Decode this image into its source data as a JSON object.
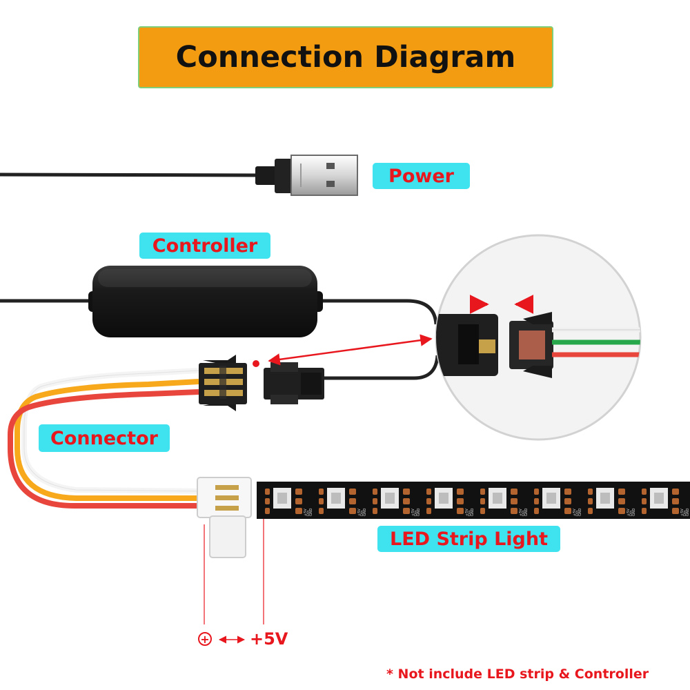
{
  "title": "Connection Diagram",
  "labels": {
    "power": "Power",
    "controller": "Controller",
    "connector": "Connector",
    "led_strip": "LED Strip Light"
  },
  "annotations": {
    "plus_symbol": "+",
    "voltage": "+5V",
    "note": "* Not include LED strip & Controller"
  },
  "strip_pad_labels": [
    "+5V",
    "Din",
    "GND"
  ],
  "colors": {
    "title_bg": "#f39c12",
    "label_bg": "#3fe3f0",
    "label_text": "#e8171e",
    "annotation_red": "#e8171e",
    "cable": "#222222",
    "wire_red": "#e8463c",
    "wire_orange": "#f7a81b",
    "wire_white": "#f4f4f4"
  },
  "icons": [
    "usb-plug-icon",
    "controller-box-icon",
    "jst-male-connector-icon",
    "jst-female-connector-icon",
    "strip-clip-connector-icon",
    "magnified-connector-inset",
    "led-strip-icon",
    "direction-arrow-icon"
  ]
}
